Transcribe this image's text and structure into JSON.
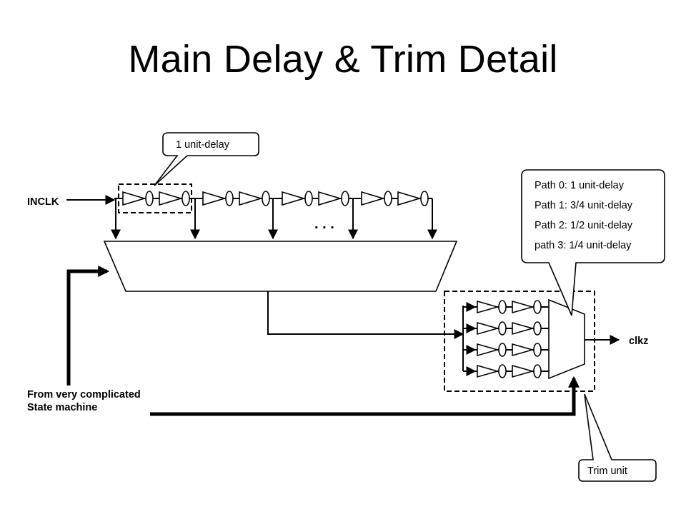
{
  "slide": {
    "title": "Main Delay & Trim Detail"
  },
  "labels": {
    "inclk": "INCLK",
    "clkz": "clkz",
    "ellipsis": ". . .",
    "state_machine_line1": "From very complicated",
    "state_machine_line2": "State machine"
  },
  "callouts": {
    "unit_delay": "1 unit-delay",
    "trim_unit": "Trim unit",
    "paths": [
      "Path 0:    1 unit-delay",
      "Path 1: 3/4 unit-delay",
      "Path 2: 1/2 unit-delay",
      "path 3:  1/4 unit-delay"
    ]
  }
}
